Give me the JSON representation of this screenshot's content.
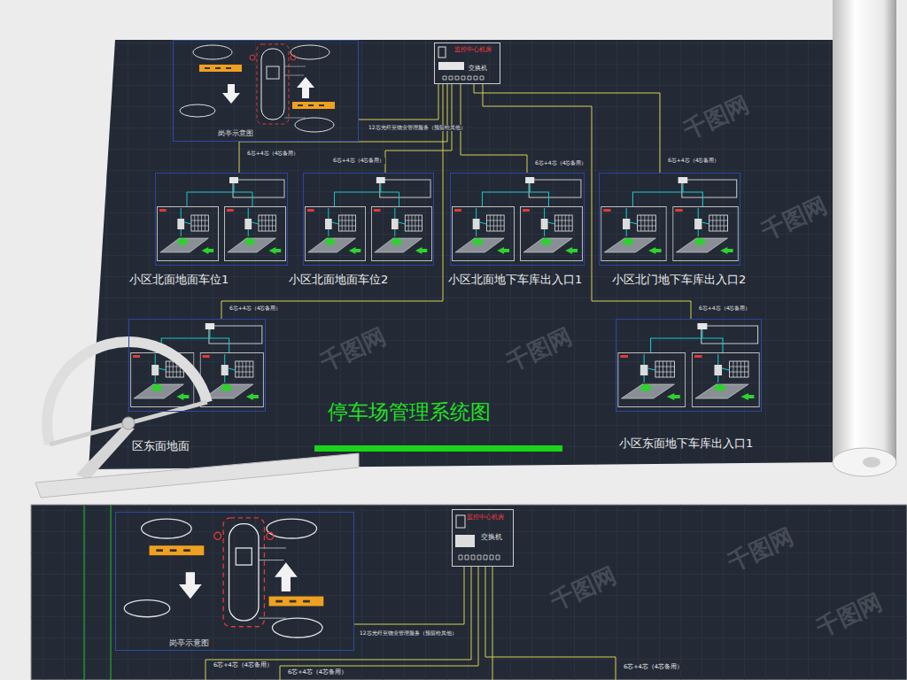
{
  "diagram": {
    "title": "停车场管理系统图",
    "nodes": [
      {
        "text": [
          "岗亭示意图"
        ]
      },
      {
        "text": [
          "监控中心机房",
          "交换机"
        ]
      },
      {
        "text": [
          "小区北面地面车位1"
        ]
      },
      {
        "text": [
          "小区北面地面车位2"
        ]
      },
      {
        "text": [
          "小区北面地下车库出入口1"
        ]
      },
      {
        "text": [
          "小区北门地下车库出入口2"
        ]
      },
      {
        "text": [
          "区东面地面"
        ]
      },
      {
        "text": [
          "小区东面地下车库出入口1"
        ]
      },
      {
        "text": [
          "岗亭示意图"
        ]
      },
      {
        "text": [
          "监控中心机房",
          "交换机"
        ]
      }
    ],
    "edges": [
      {
        "from": 1,
        "to": 0,
        "arrow": "none",
        "label": "12芯光纤至物业管理服务（预留给其他）"
      },
      {
        "from": 1,
        "to": 2,
        "arrow": "none",
        "label": "6芯+4芯（4芯备用）"
      },
      {
        "from": 1,
        "to": 3,
        "arrow": "none",
        "label": "6芯+4芯（4芯备用）"
      },
      {
        "from": 1,
        "to": 4,
        "arrow": "none",
        "label": "6芯+4芯（4芯备用）"
      },
      {
        "from": 1,
        "to": 5,
        "arrow": "none",
        "label": "6芯+4芯（4芯备用）"
      },
      {
        "from": 1,
        "to": 6,
        "arrow": "none",
        "label": "6芯+4芯（4芯备用）"
      },
      {
        "from": 1,
        "to": 7,
        "arrow": "none",
        "label": "6芯+4芯（4芯备用）"
      },
      {
        "from": 9,
        "to": 8,
        "arrow": "none",
        "label": "12芯光纤至物业管理服务（预留给其他）"
      }
    ],
    "labels": [
      "千图网",
      "千图网",
      "千图网",
      "千图网",
      "千图网",
      "千图网",
      "千图网",
      "6芯+4芯（4芯备用）",
      "6芯+4芯（4芯备用）",
      "6芯+4芯（4芯备用）"
    ]
  }
}
